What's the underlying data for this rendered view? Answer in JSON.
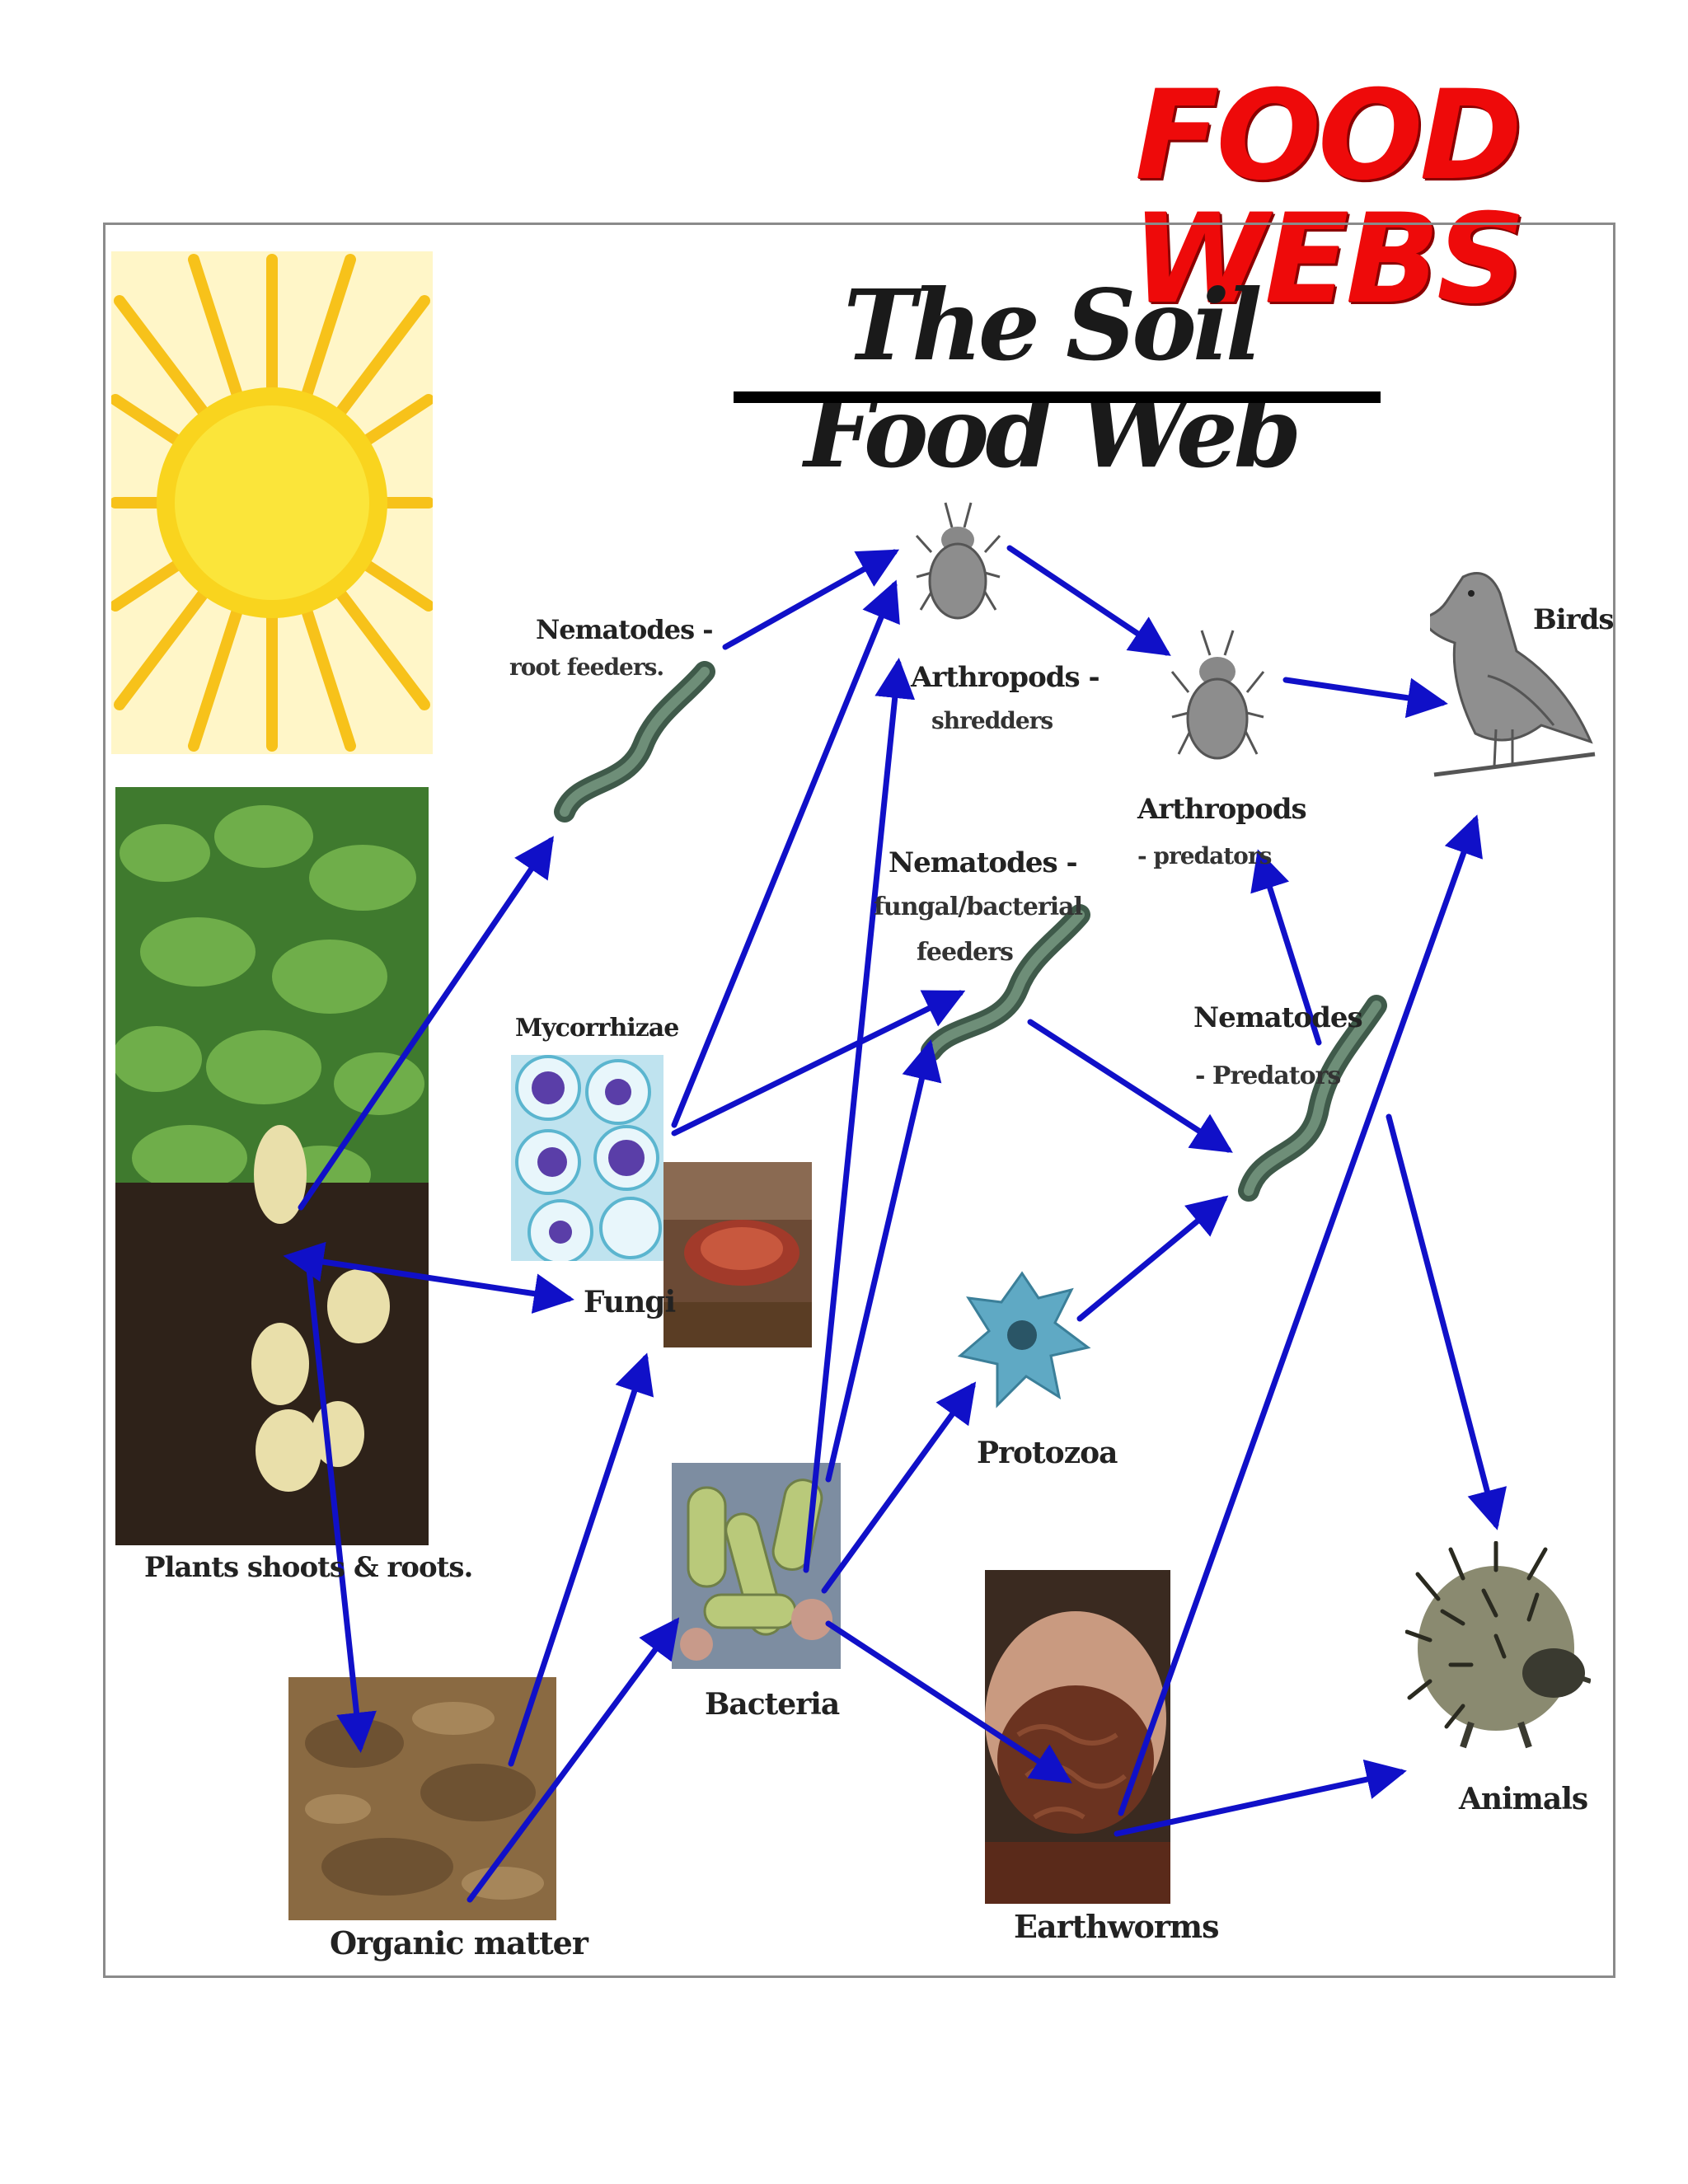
{
  "header": {
    "title": "FOOD WEBS"
  },
  "diagram": {
    "title": "The Soil Food Web",
    "labels": {
      "nematodes_root": "Nematodes -",
      "nematodes_root_sub": "root feeders.",
      "arthropods_shred": "Arthropods -",
      "arthropods_shred_sub": "shredders",
      "birds": "Birds",
      "arthropods_pred": "Arthropods",
      "arthropods_pred_sub": "- predators",
      "nematodes_fb": "Nematodes -",
      "nematodes_fb_sub1": "fungal/bacterial",
      "nematodes_fb_sub2": "feeders",
      "mycorrhizae": "Mycorrhizae",
      "nematodes_pred": "Nematodes",
      "nematodes_pred_sub": "- Predators",
      "fungi": "Fungi",
      "protozoa": "Protozoa",
      "plants": "Plants shoots & roots.",
      "bacteria": "Bacteria",
      "animals": "Animals",
      "organic_matter": "Organic matter",
      "earthworms": "Earthworms"
    }
  },
  "colors": {
    "title_red": "#ee0a0a",
    "arrow_blue": "#1010c8"
  }
}
